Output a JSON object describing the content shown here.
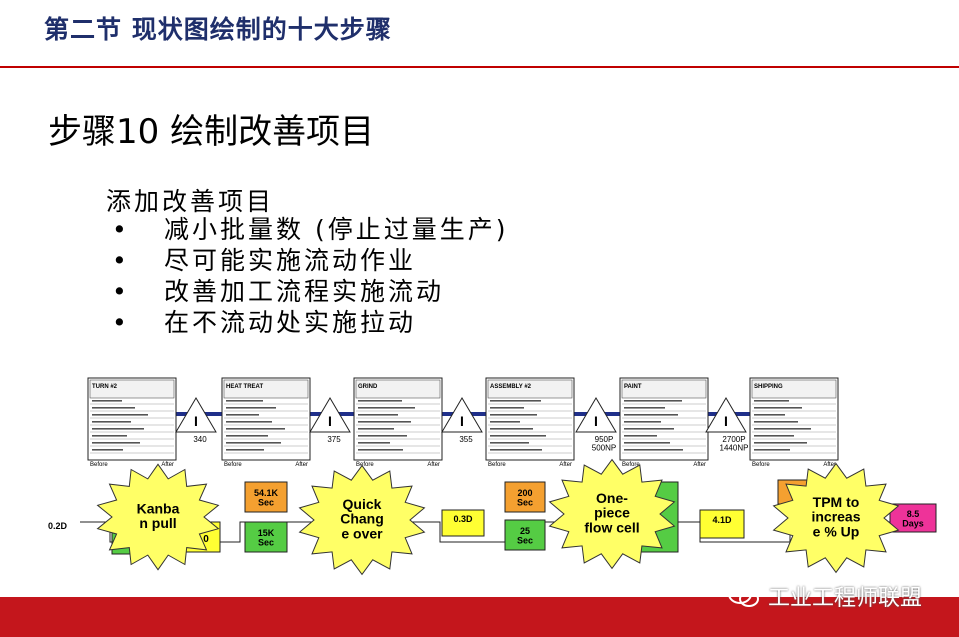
{
  "header": {
    "title": "第二节  现状图绘制的十大步骤"
  },
  "step_heading": "步骤10  绘制改善项目",
  "improvement_list": {
    "title": "添加改善项目",
    "bullet_char": "•",
    "items": [
      "减小批量数 (停止过量生产)",
      "尽可能实施流动作业",
      "改善加工流程实施流动",
      "在不流动处实施拉动"
    ]
  },
  "map": {
    "processes": [
      "TURN #2",
      "HEAT TREAT",
      "GRIND",
      "ASSEMBLY #2",
      "PAINT",
      "SHIPPING"
    ],
    "inventory_label": "I",
    "inventory_values": [
      "340",
      "375",
      "355",
      "950P\n500NP",
      "2700P\n1440NP"
    ],
    "before_label": "Before",
    "after_label": "After",
    "timeline_start": "0.2D",
    "data_boxes": {
      "orange": [
        "54.1K\nSec",
        "200\nSec"
      ],
      "green": [
        "15K\nSec",
        "25\nSec"
      ],
      "yellow": [
        "0.3D",
        "4.1D"
      ],
      "pink": "8.5\nDays"
    },
    "bursts": [
      "Kanban pull",
      "Quick Change over",
      "One-piece flow cell",
      "TPM to increase % Up"
    ],
    "colors": {
      "orange": "#f4a030",
      "green": "#55cc44",
      "yellow": "#ffff33",
      "pink": "#ee3399",
      "burst": "#ffff66",
      "arrow": "#1f2f8a"
    }
  },
  "footer": {
    "watermark": "工业工程师联盟",
    "color": "#c4161c"
  }
}
